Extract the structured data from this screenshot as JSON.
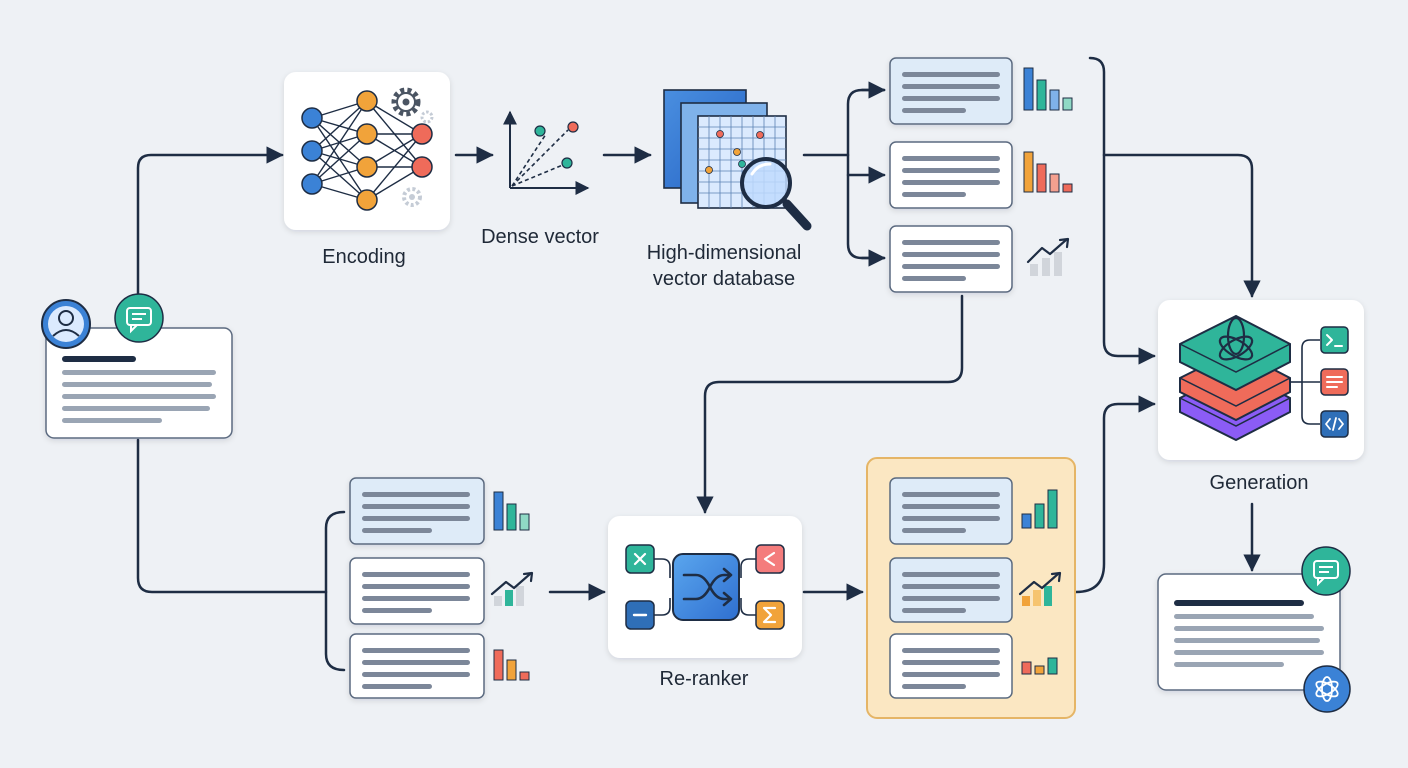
{
  "labels": {
    "encoding": "Encoding",
    "dense_vector": "Dense vector",
    "vector_db_line1": "High-dimensional",
    "vector_db_line2": "vector database",
    "reranker": "Re-ranker",
    "generation": "Generation"
  },
  "icons": {
    "user": "user-avatar-icon",
    "query_chat": "chat-bubble-icon",
    "encoder": "neural-network-icon",
    "settings": "gear-icon",
    "vector": "vector-plot-icon",
    "database": "vector-grid-database-icon",
    "search": "magnifier-icon",
    "reranker": "shuffle-icon",
    "llm": "openai-logo-icon",
    "terminal": "terminal-icon",
    "document": "document-icon",
    "code": "code-icon",
    "answer_chat": "chat-bubble-icon",
    "answer_logo": "openai-logo-icon"
  },
  "colors": {
    "background": "#eef1f5",
    "line": "#1e2d44",
    "card_border": "#5b6b80",
    "doc_highlight": "#deebf8",
    "text_bar": "#9aa5b4",
    "selection_fill": "#fbe7c2",
    "selection_border": "#e5b566",
    "teal": "#2fb59a",
    "blue": "#3b82d6",
    "coral": "#ef6b5a",
    "orange": "#f1a33a",
    "purple": "#8b5cf6"
  }
}
